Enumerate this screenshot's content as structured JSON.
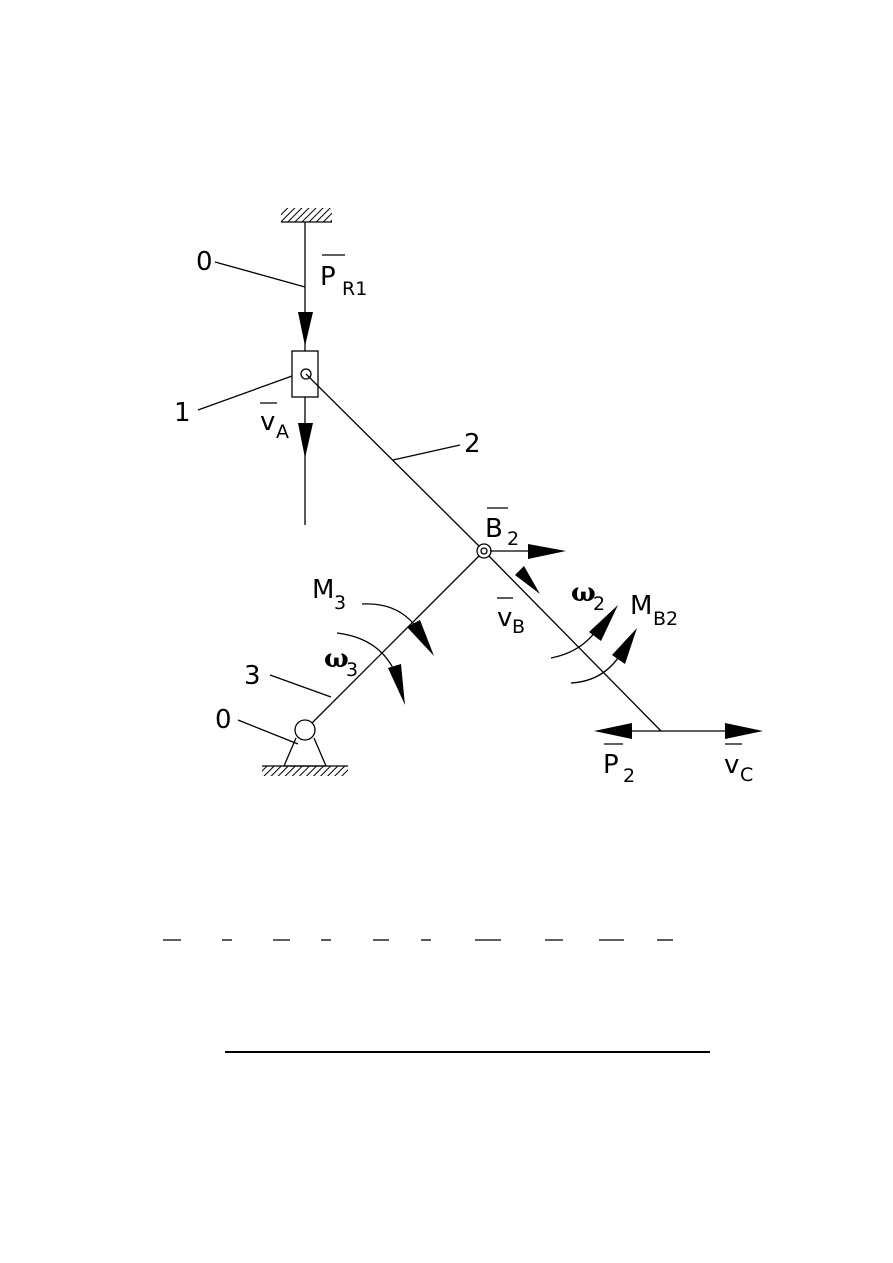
{
  "labels": {
    "ground_top": "0",
    "slider": "1",
    "link2": "2",
    "link3": "3",
    "ground_bottom": "0"
  },
  "vectors": {
    "pr1": {
      "main": "P",
      "sub": "R1"
    },
    "va": {
      "main": "v",
      "sub": "A"
    },
    "b2": {
      "main": "B",
      "sub": "2"
    },
    "vb": {
      "main": "v",
      "sub": "B"
    },
    "m3": {
      "main": "M",
      "sub": "3"
    },
    "w3": {
      "main": "ω",
      "sub": "3"
    },
    "w2": {
      "main": "ω",
      "sub": "2"
    },
    "mb2": {
      "main": "M",
      "sub": "B2"
    },
    "p2": {
      "main": "P",
      "sub": "2"
    },
    "vc": {
      "main": "v",
      "sub": "C"
    }
  },
  "colors": {
    "ink": "#000000",
    "background": "#ffffff"
  }
}
